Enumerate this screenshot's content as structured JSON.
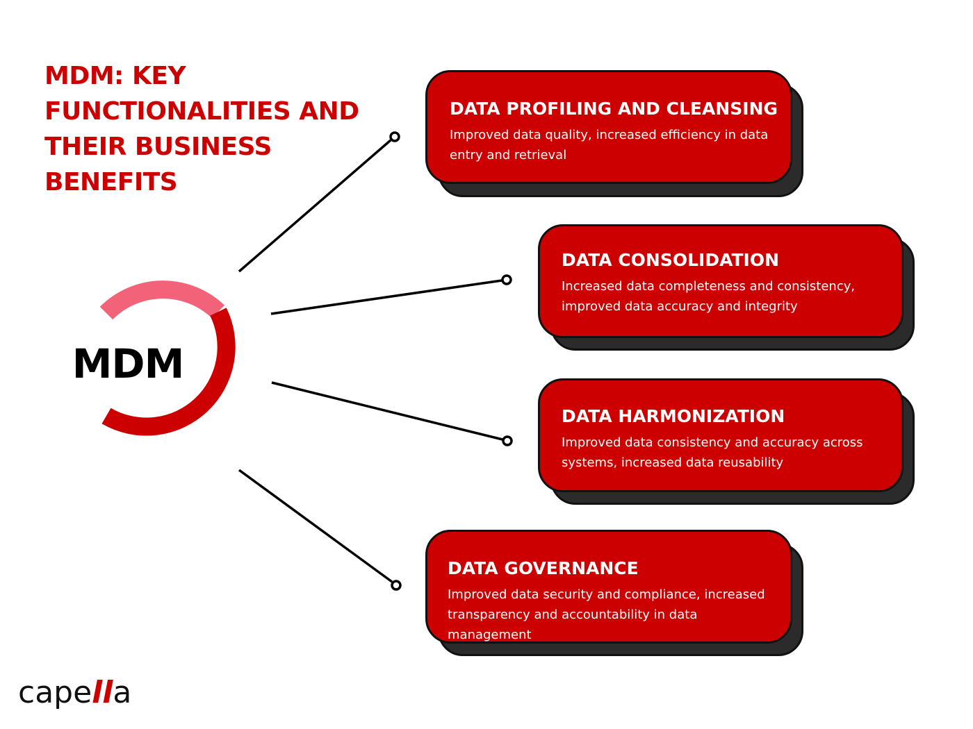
{
  "title": "MDM: KEY FUNCTIONALITIES AND THEIR BUSINESS BENEFITS",
  "hub": {
    "label": "MDM"
  },
  "colors": {
    "primary_red": "#cc0000",
    "ring_light": "#f2637a",
    "card_shadow": "#2b2b2b",
    "text_dark": "#000000"
  },
  "cards": [
    {
      "heading": "DATA PROFILING AND CLEANSING",
      "description": "Improved data quality, increased efficiency in data entry and retrieval"
    },
    {
      "heading": "DATA CONSOLIDATION",
      "description": "Increased data completeness and consistency, improved data accuracy and integrity"
    },
    {
      "heading": "DATA HARMONIZATION",
      "description": "Improved data consistency and accuracy across systems, increased data reusability"
    },
    {
      "heading": "DATA GOVERNANCE",
      "description": "Improved data security and compliance, increased transparency and accountability in data management"
    }
  ],
  "logo": {
    "prefix": "cape",
    "accent": "ll",
    "suffix": "a"
  }
}
